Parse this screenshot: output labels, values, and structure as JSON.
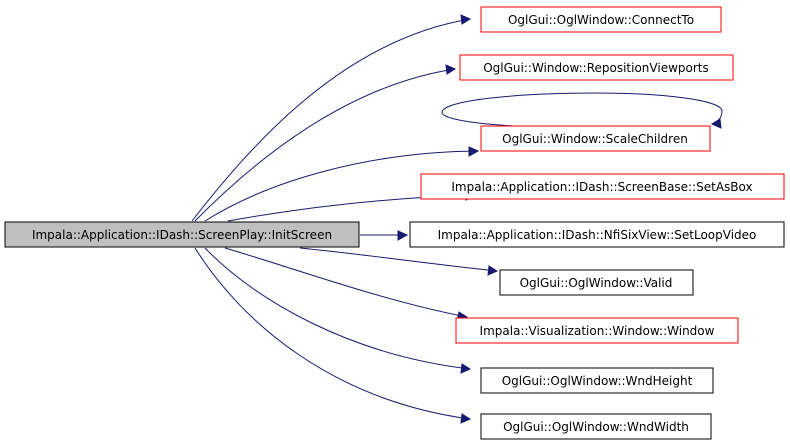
{
  "colors": {
    "background": "#ffffff",
    "edge": "#191970",
    "root_fill": "#bfbfbf",
    "root_border": "#000000",
    "linked_border": "#ff0000",
    "plain_border": "#000000"
  },
  "root": {
    "label": "Impala::Application::IDash::ScreenPlay::InitScreen",
    "style": "root"
  },
  "callees": [
    {
      "label": "OglGui::OglWindow::ConnectTo",
      "style": "linked"
    },
    {
      "label": "OglGui::Window::RepositionViewports",
      "style": "linked"
    },
    {
      "label": "OglGui::Window::ScaleChildren",
      "style": "linked",
      "self_loop": true
    },
    {
      "label": "Impala::Application::IDash::ScreenBase::SetAsBox",
      "style": "linked"
    },
    {
      "label": "Impala::Application::IDash::NfiSixView::SetLoopVideo",
      "style": "plain"
    },
    {
      "label": "OglGui::OglWindow::Valid",
      "style": "plain"
    },
    {
      "label": "Impala::Visualization::Window::Window",
      "style": "linked"
    },
    {
      "label": "OglGui::OglWindow::WndHeight",
      "style": "plain"
    },
    {
      "label": "OglGui::OglWindow::WndWidth",
      "style": "plain"
    }
  ]
}
